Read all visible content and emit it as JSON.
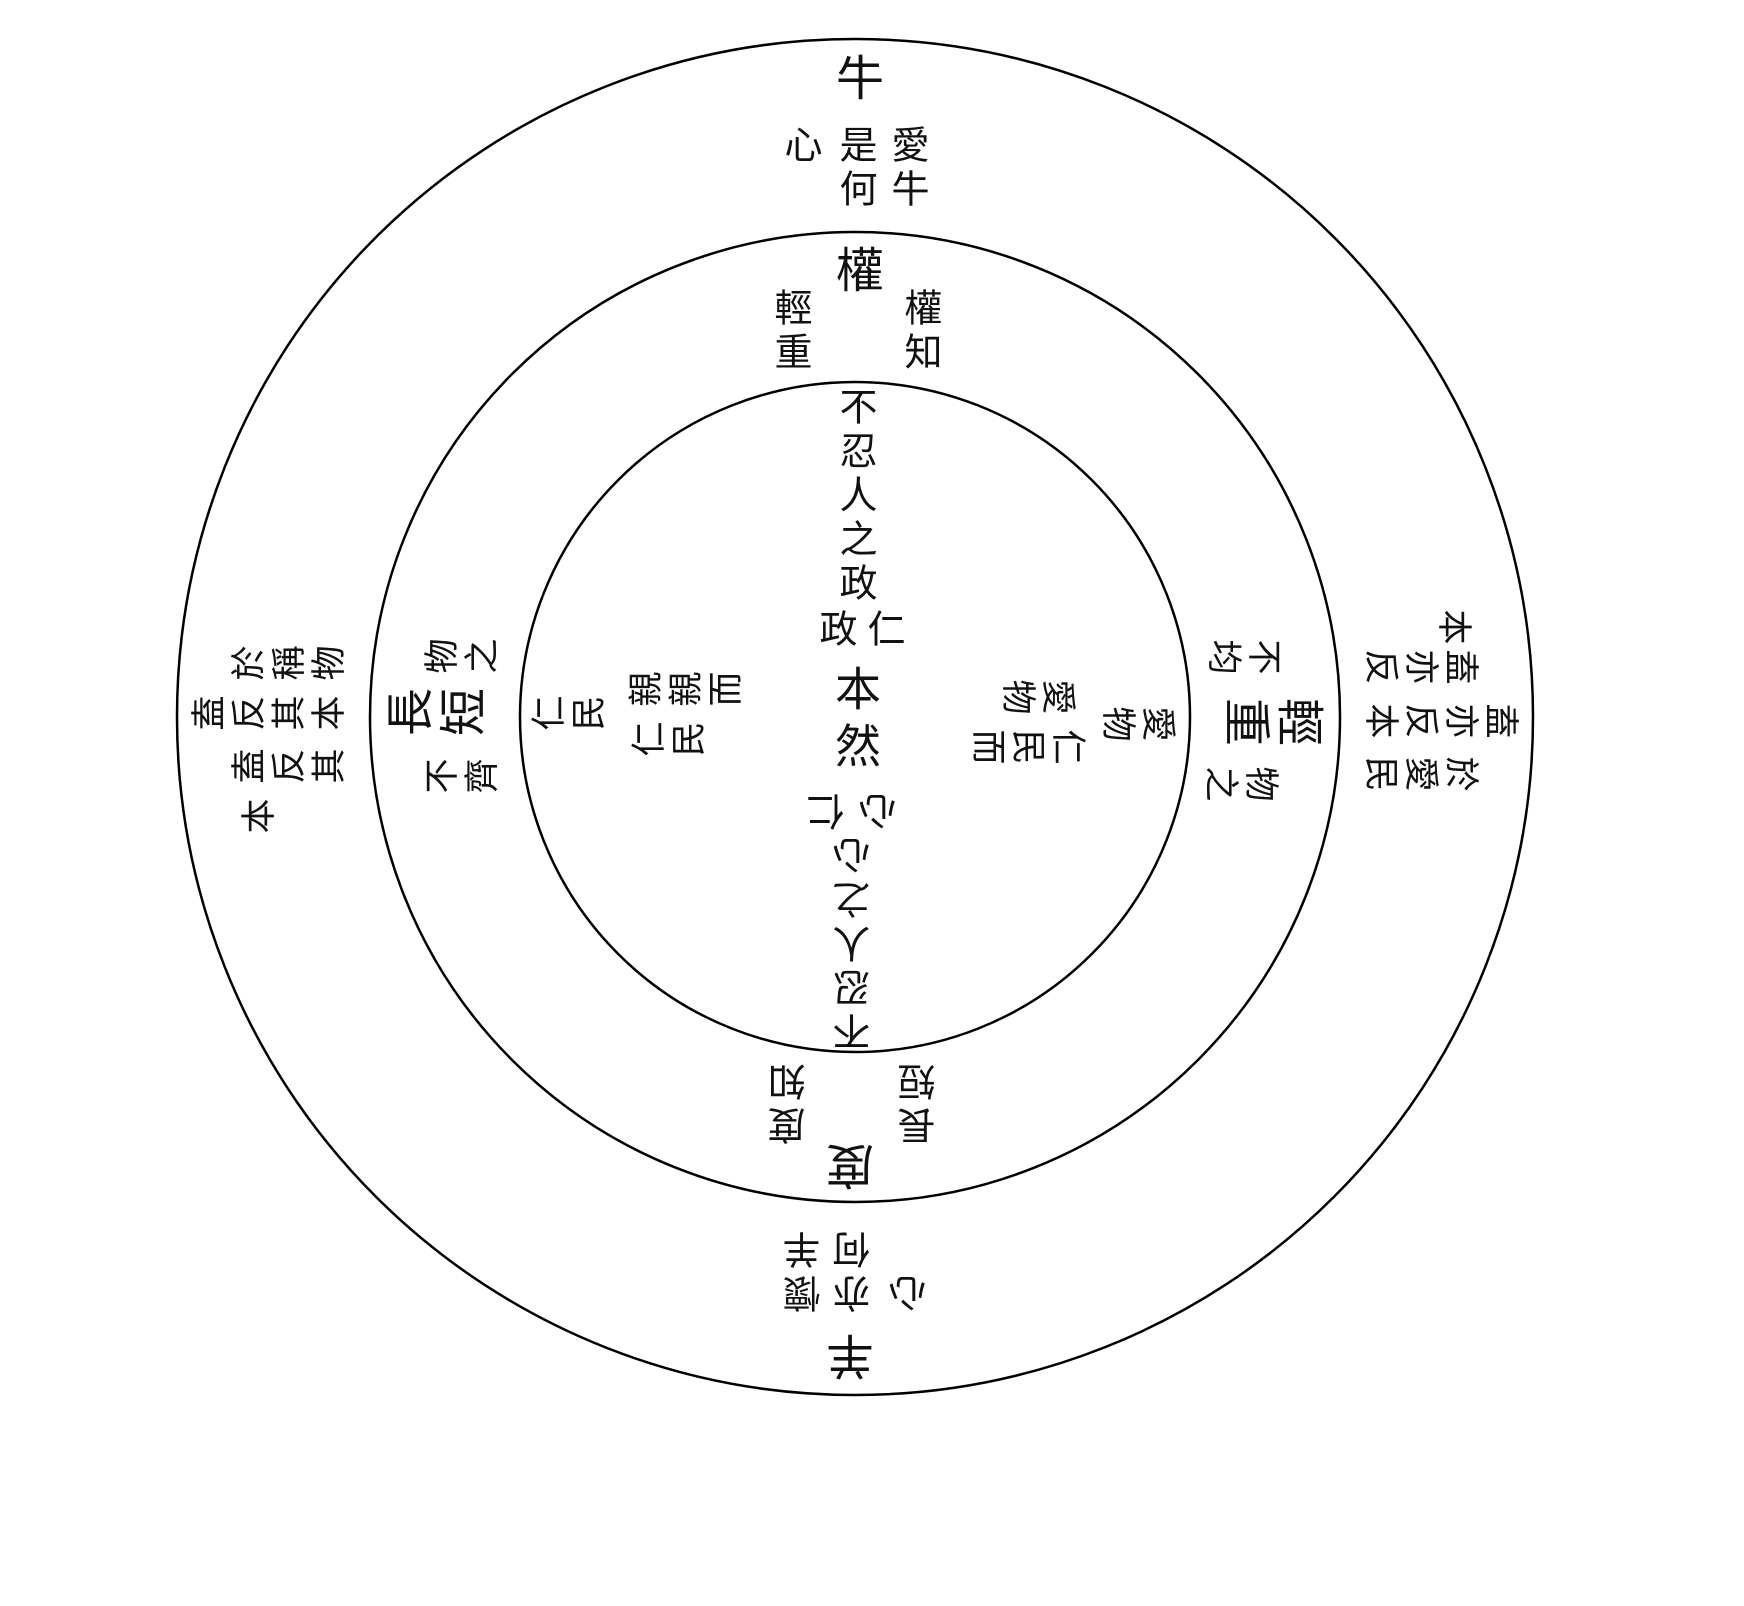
{
  "center": "本然",
  "top": {
    "outer_main": "牛",
    "outer_cols": [
      "愛牛",
      "是何",
      "心"
    ],
    "middle_main": "權",
    "middle_cols": [
      "權知",
      "輕重"
    ],
    "inner_col": "不忍人之政",
    "inner_pair": [
      "仁",
      "政"
    ]
  },
  "bottom": {
    "outer_main": "羊",
    "outer_cols": [
      "懷羊",
      "亦何",
      "心"
    ],
    "middle_main": "度",
    "middle_cols": [
      "度知",
      "長短"
    ],
    "inner_col": "不忍人之心",
    "inner_pair": [
      "仁",
      "心"
    ]
  },
  "right": {
    "outer_cols": [
      "於愛民",
      "盍亦反本",
      "盍亦反",
      "本"
    ],
    "middle_main": "輕重",
    "middle_cols": [
      "物之",
      "不均"
    ],
    "inner_cols": [
      "仁民而",
      "愛物"
    ],
    "inner_outer": "愛物"
  },
  "left": {
    "outer_cols": [
      "於稱物",
      "盍反其本",
      "盍反其",
      "本"
    ],
    "middle_main": "長短",
    "middle_cols": [
      "物之",
      "不齊"
    ],
    "inner_cols": [
      "親親而",
      "仁民"
    ],
    "inner_outer": "仁民"
  }
}
